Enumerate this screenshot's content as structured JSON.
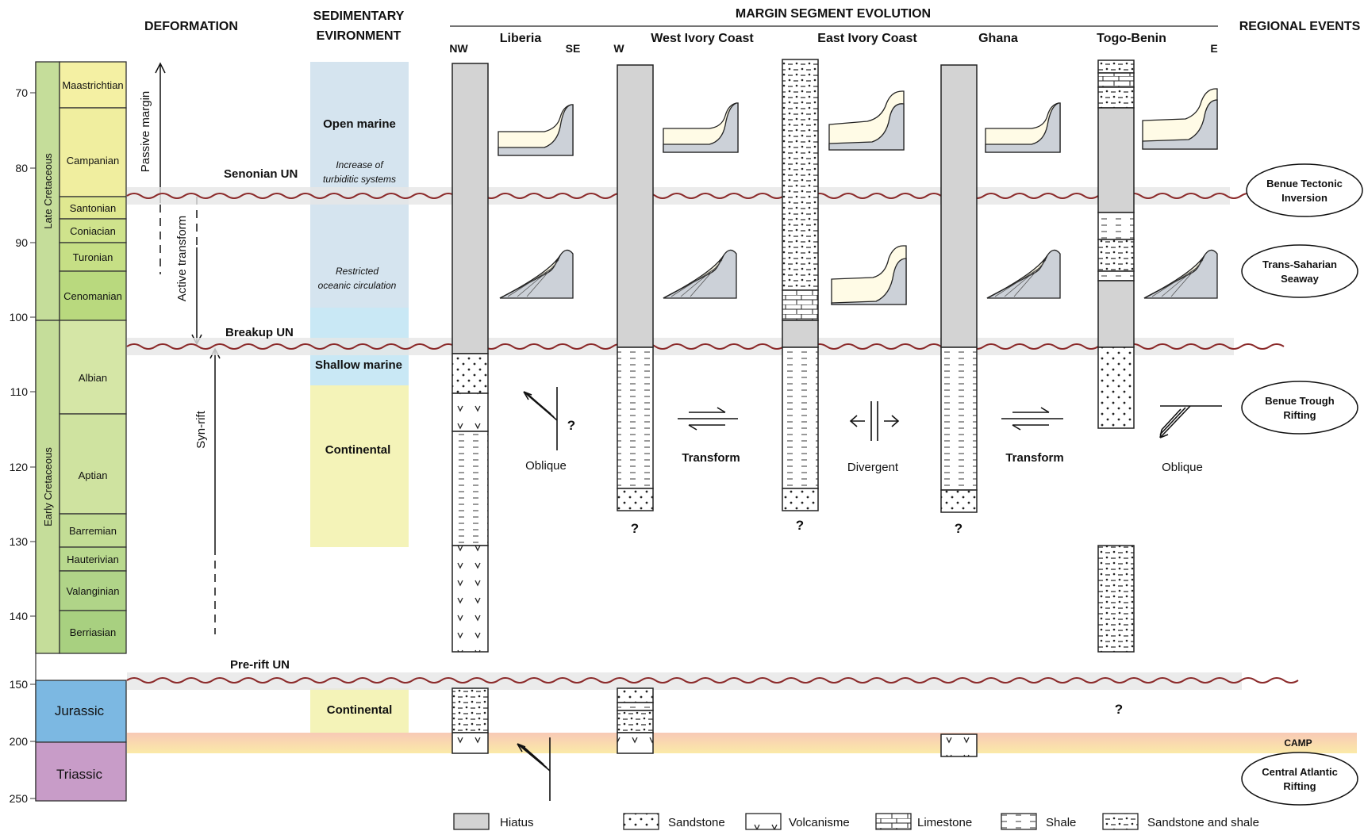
{
  "headings": {
    "deformation": "DEFORMATION",
    "sedimentary_1": "SEDIMENTARY",
    "sedimentary_2": "EVIRONMENT",
    "margin": "MARGIN SEGMENT EVOLUTION",
    "regional": "REGIONAL EVENTS"
  },
  "directions": {
    "nw": "NW",
    "se": "SE",
    "w": "W",
    "e": "E"
  },
  "columns": {
    "liberia": "Liberia",
    "west_ivory": "West Ivory Coast",
    "east_ivory": "East Ivory Coast",
    "ghana": "Ghana",
    "togo": "Togo-Benin"
  },
  "time_axis": {
    "ticks": [
      "70",
      "80",
      "90",
      "100",
      "110",
      "120",
      "130",
      "140",
      "150",
      "200",
      "250"
    ]
  },
  "periods": {
    "late": "Late Cretaceous",
    "early": "Early Cretaceous",
    "jurassic": "Jurassic",
    "triassic": "Triassic"
  },
  "stages": [
    "Maastrichtian",
    "Campanian",
    "Santonian",
    "Coniacian",
    "Turonian",
    "Cenomanian",
    "Albian",
    "Aptian",
    "Barremian",
    "Hauterivian",
    "Valanginian",
    "Berriasian"
  ],
  "deformation": {
    "passive": "Passive margin",
    "active": "Active transform",
    "synrift": "Syn-rift"
  },
  "unconformities": {
    "senonian": "Senonian UN",
    "breakup": "Breakup UN",
    "prerift": "Pre-rift UN"
  },
  "environment": {
    "open_marine": "Open marine",
    "turbiditic_1": "Increase of",
    "turbiditic_2": "turbiditic systems",
    "restricted_1": "Restricted",
    "restricted_2": "oceanic circulation",
    "shallow": "Shallow marine",
    "continental": "Continental",
    "continental_jur": "Continental"
  },
  "margin_types": {
    "oblique_1": "Oblique",
    "transform_1": "Transform",
    "divergent": "Divergent",
    "transform_2": "Transform",
    "oblique_2": "Oblique"
  },
  "question_mark": "?",
  "camp": "CAMP",
  "events": {
    "benue_tectonic_1": "Benue Tectonic",
    "benue_tectonic_2": "Inversion",
    "trans_saharian_1": "Trans-Saharian",
    "trans_saharian_2": "Seaway",
    "benue_trough_1": "Benue Trough",
    "benue_trough_2": "Rifting",
    "central_atlantic_1": "Central Atlantic",
    "central_atlantic_2": "Rifting"
  },
  "legend": {
    "hiatus": "Hiatus",
    "sandstone": "Sandstone",
    "volcanisme": "Volcanisme",
    "limestone": "Limestone",
    "shale": "Shale",
    "sandstone_shale": "Sandstone and shale"
  },
  "colors": {
    "late_cretaceous": "#c5dd9a",
    "maastrichtian": "#f4f0a3",
    "campanian": "#f0ee9f",
    "santonian": "#dfe890",
    "coniacian": "#cfe38c",
    "turonian": "#c6df85",
    "cenomanian": "#b9d97e",
    "early_cretaceous": "#c5dd9a",
    "albian": "#d5e6a6",
    "aptian": "#cfe3a0",
    "barremian": "#c3dd95",
    "hauterivian": "#b9d98e",
    "valanginian": "#b0d488",
    "berriasian": "#a8d080",
    "jurassic": "#7cb8e2",
    "triassic": "#c89cc8",
    "open_marine_bg": "#d5e4ef",
    "shallow_bg": "#c9e8f5",
    "continental_bg": "#f4f3b8",
    "hiatus": "#d3d3d3",
    "unconformity": "#8b2a2a",
    "camp_band": "#fbd7a5"
  }
}
